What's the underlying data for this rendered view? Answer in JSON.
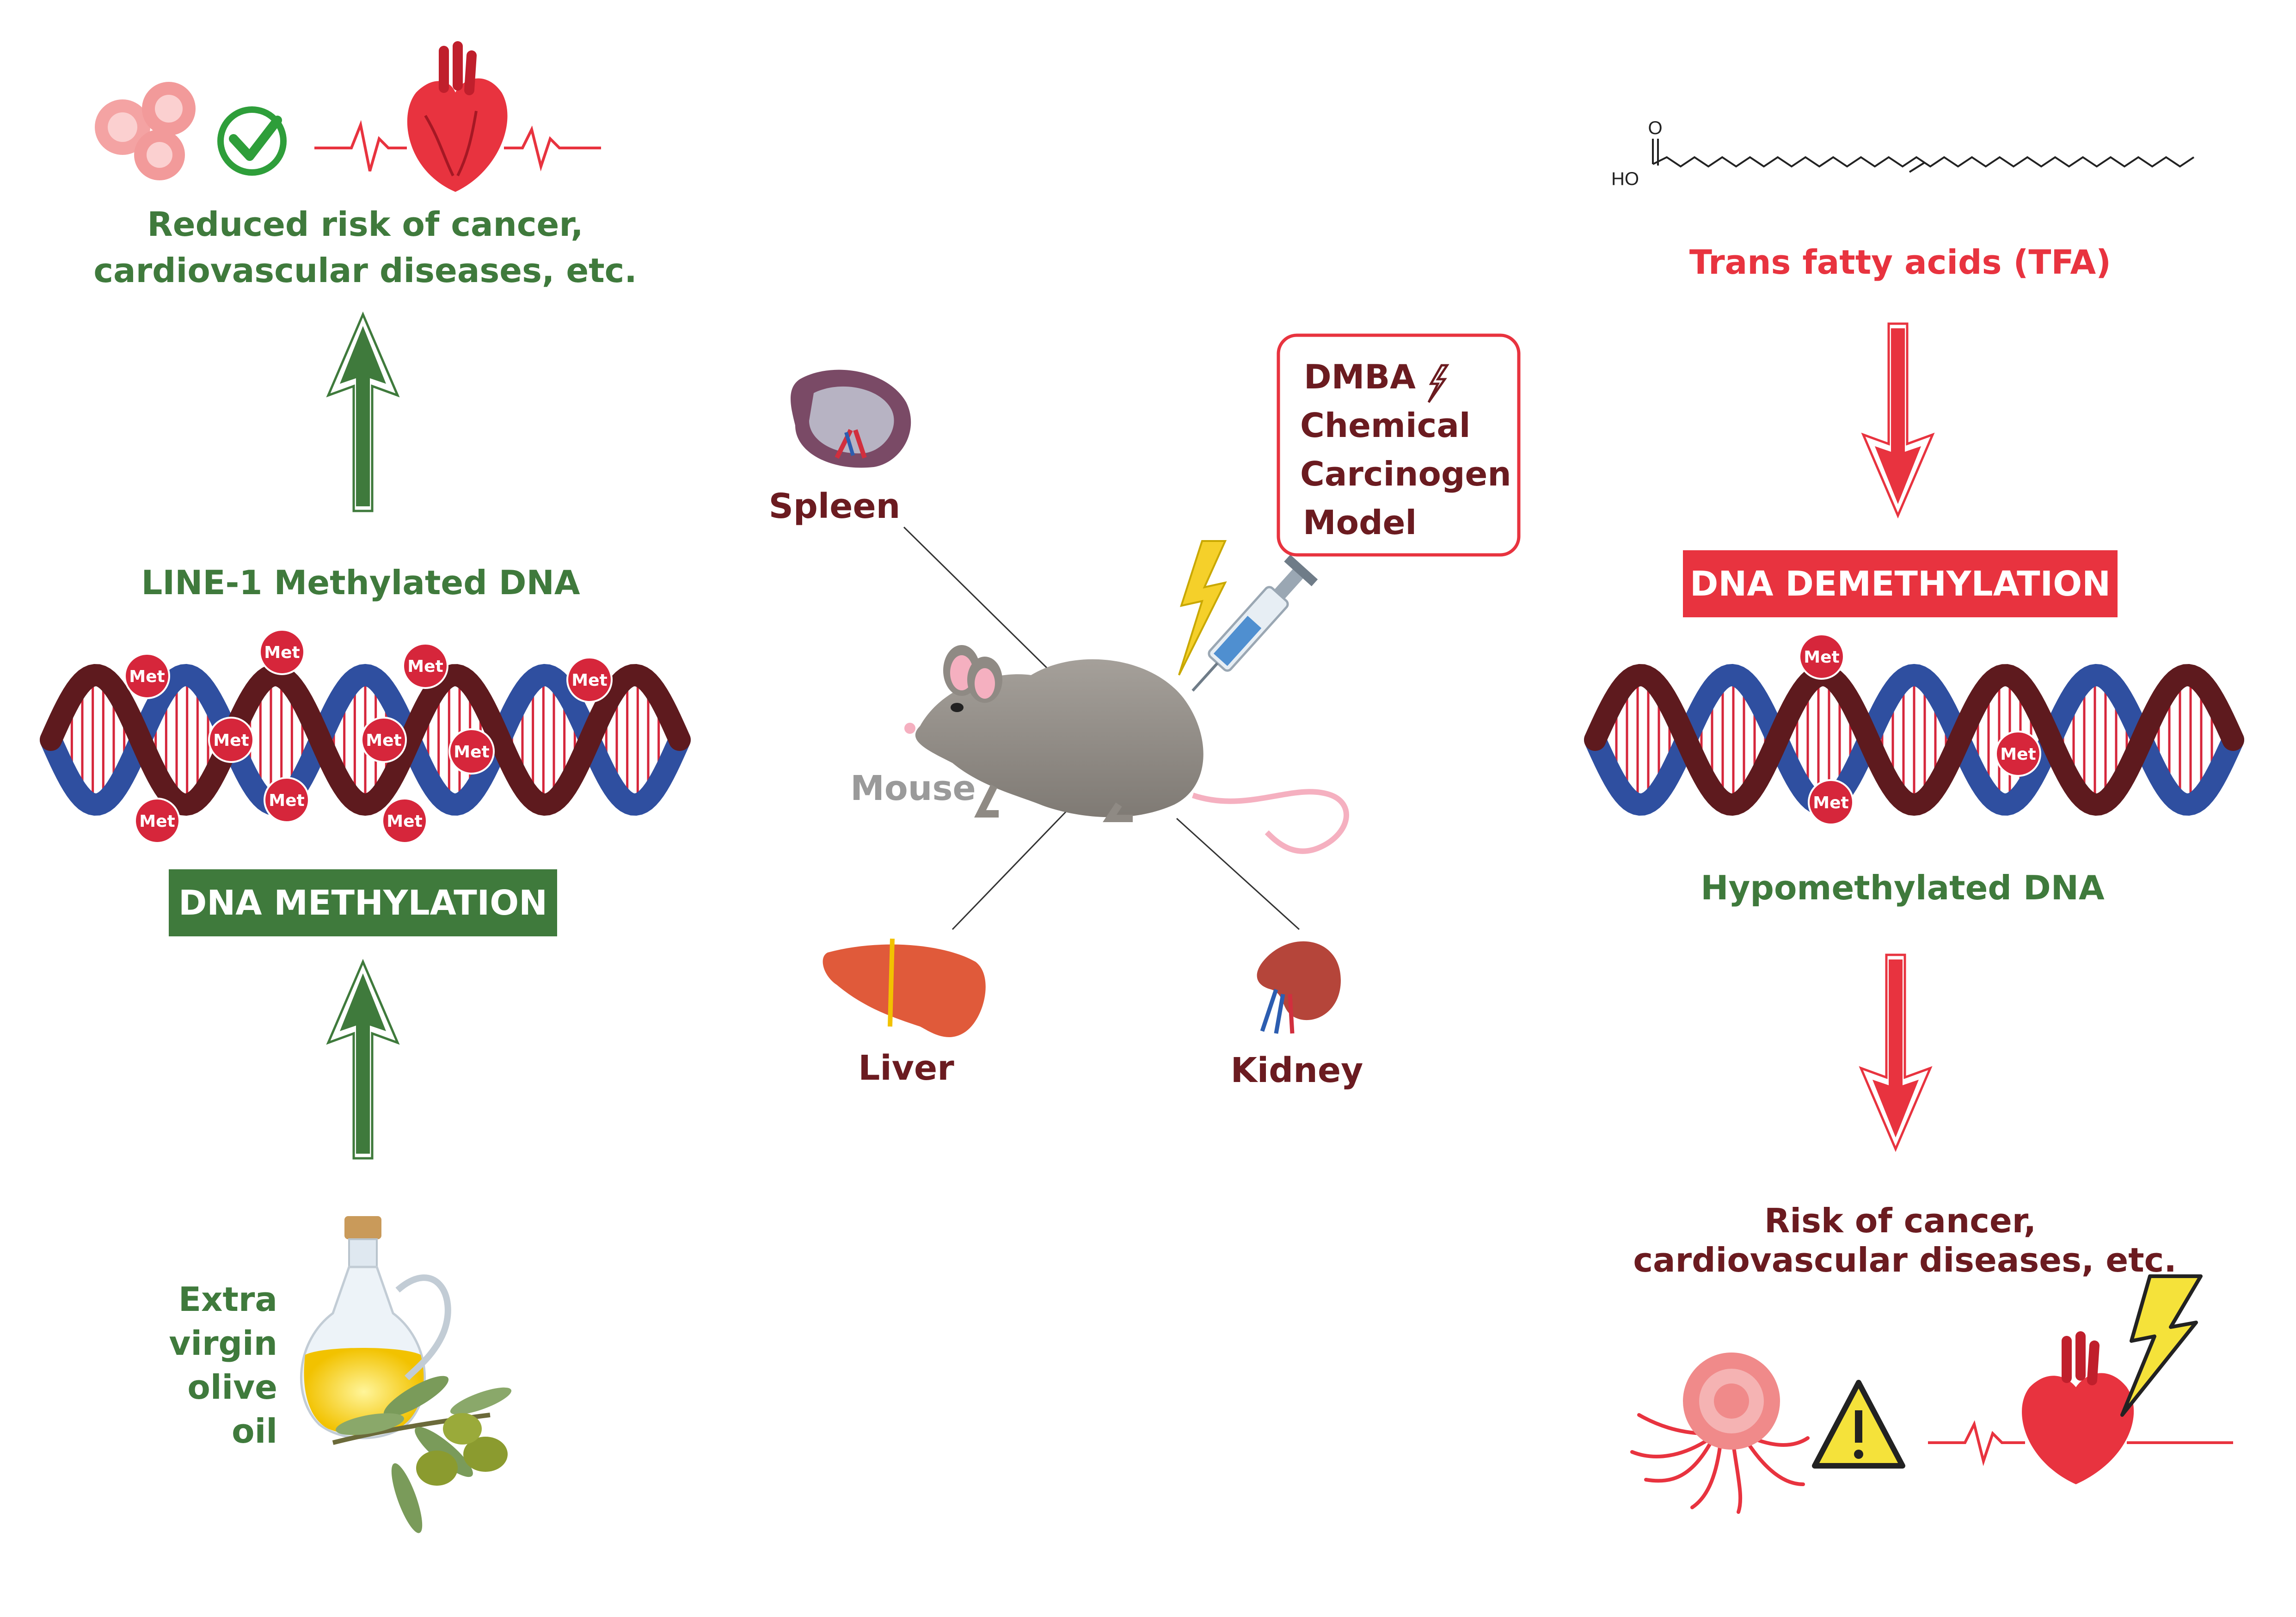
{
  "left": {
    "benefit_text_1": "Reduced risk of cancer,",
    "benefit_text_2": "cardiovascular diseases, etc.",
    "methylated_dna_label": "LINE-1 Methylated DNA",
    "methylation_banner": "DNA METHYLATION",
    "oil_label": [
      "Extra",
      "virgin",
      "olive",
      "oil"
    ]
  },
  "center": {
    "spleen_label": "Spleen",
    "mouse_label": "Mouse",
    "liver_label": "Liver",
    "kidney_label": "Kidney",
    "model_box": [
      "DMBA",
      "Chemical",
      "Carcinogen",
      "Model"
    ]
  },
  "right": {
    "tfa_formula_o": "O",
    "tfa_formula_ho": "HO",
    "tfa_label": "Trans fatty acids (TFA)",
    "demethylation_banner": "DNA DEMETHYLATION",
    "hypomethylated_label": "Hypomethylated DNA",
    "risk_text_1": "Risk of cancer,",
    "risk_text_2": "cardiovascular diseases, etc."
  },
  "met_label": "Met",
  "colors": {
    "green": "#3f7a3c",
    "red": "#e8333f",
    "maroon": "#6b1b20",
    "dna_blue": "#2f4fa0",
    "dna_maroon": "#5e1a1e",
    "met_red": "#d6263b"
  }
}
